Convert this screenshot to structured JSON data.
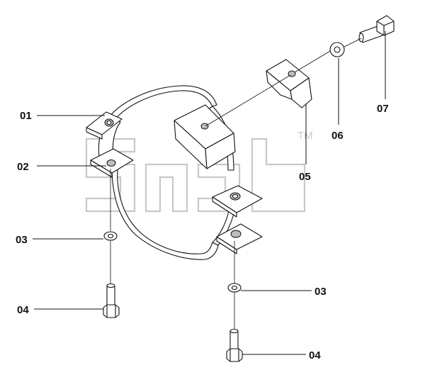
{
  "labels": {
    "p01": "01",
    "p02": "02",
    "p03a": "03",
    "p03b": "03",
    "p04a": "04",
    "p04b": "04",
    "p05": "05",
    "p06": "06",
    "p07": "07"
  },
  "watermark": {
    "trademark": "TM"
  }
}
